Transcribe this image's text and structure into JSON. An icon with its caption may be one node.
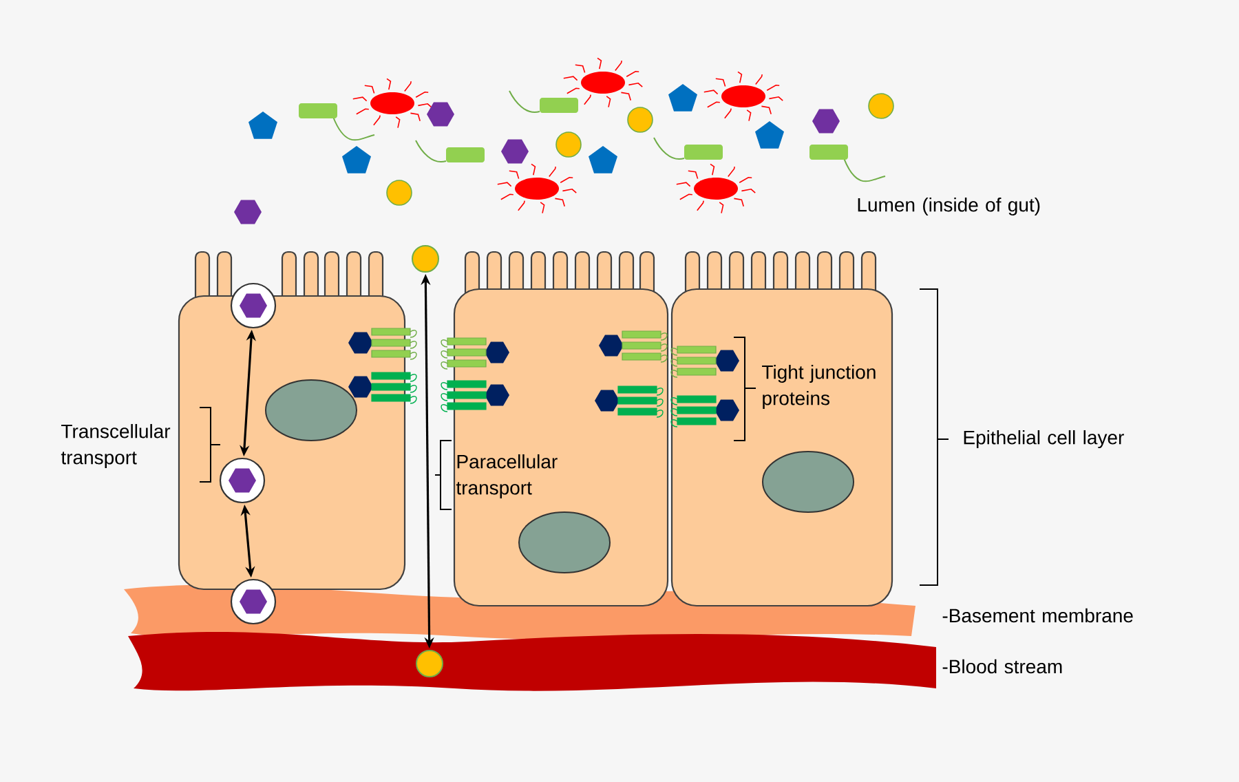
{
  "diagram": {
    "nodes": [
      {
        "text": [],
        "shape": "circle"
      },
      {
        "text": [],
        "shape": "circle"
      },
      {
        "text": [],
        "shape": "circle"
      },
      {
        "text": [],
        "shape": "circle"
      },
      {
        "text": [],
        "shape": "circle"
      }
    ],
    "edges": [
      {
        "from": 0,
        "to": 1,
        "arrow": "both"
      },
      {
        "from": 1,
        "to": 2,
        "arrow": "both"
      },
      {
        "from": 3,
        "to": 4,
        "arrow": "both"
      }
    ],
    "labels": [
      "Lumen (inside of gut)",
      "Transcellular transport",
      "Paracellular transport",
      "Tight junction proteins",
      "Epithelial cell layer",
      "-Basement membrane",
      "-Blood stream"
    ]
  }
}
